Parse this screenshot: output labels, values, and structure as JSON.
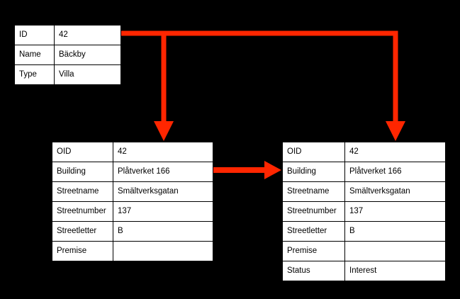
{
  "diagram": {
    "background_color": "#000000",
    "table_fill": "#ffffff",
    "table_border_color": "#000000",
    "connector_color": "#ff2600",
    "tables": [
      {
        "id": "top",
        "name": "property-table",
        "rows": [
          {
            "key": "ID",
            "value": "42"
          },
          {
            "key": "Name",
            "value": "Bäckby"
          },
          {
            "key": "Type",
            "value": "Villa"
          }
        ]
      },
      {
        "id": "middle",
        "name": "address-table-source",
        "rows": [
          {
            "key": "OID",
            "value": "42"
          },
          {
            "key": "Building",
            "value": "Plåtverket 166"
          },
          {
            "key": "Streetname",
            "value": "Smältverksgatan"
          },
          {
            "key": "Streetnumber",
            "value": "137"
          },
          {
            "key": "Streetletter",
            "value": "B"
          },
          {
            "key": "Premise",
            "value": ""
          }
        ]
      },
      {
        "id": "right",
        "name": "address-table-target",
        "rows": [
          {
            "key": "OID",
            "value": "42"
          },
          {
            "key": "Building",
            "value": "Plåtverket 166"
          },
          {
            "key": "Streetname",
            "value": "Smältverksgatan"
          },
          {
            "key": "Streetnumber",
            "value": "137"
          },
          {
            "key": "Streetletter",
            "value": "B"
          },
          {
            "key": "Premise",
            "value": ""
          },
          {
            "key": "Status",
            "value": "Interest"
          }
        ]
      }
    ],
    "connectors": [
      {
        "name": "id-to-middle-oid",
        "from": "property-table.ID",
        "to": "address-table-source.OID",
        "style": "elbow-down-arrow"
      },
      {
        "name": "id-to-right-oid",
        "from": "property-table.ID",
        "to": "address-table-target.OID",
        "style": "elbow-down-arrow"
      },
      {
        "name": "middle-to-right-building",
        "from": "address-table-source.Building",
        "to": "address-table-target.Building",
        "style": "straight-right-arrow"
      }
    ]
  }
}
